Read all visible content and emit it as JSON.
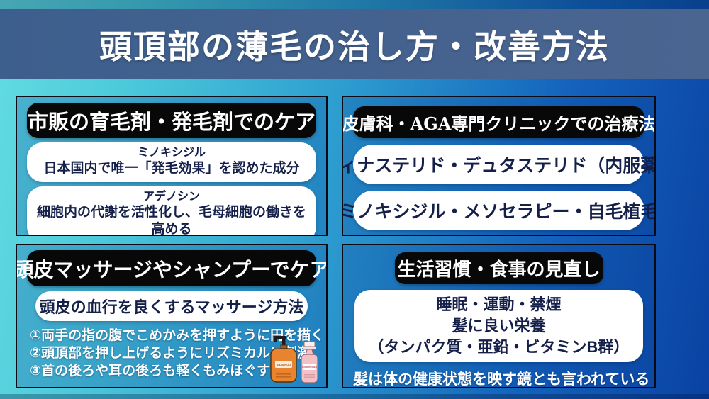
{
  "title": "頭頂部の薄毛の治し方・改善方法",
  "panels": {
    "otc": {
      "header": "市販の育毛剤・発毛剤でのケア",
      "cards": [
        {
          "name": "ミノキシジル",
          "desc": "日本国内で唯一「発毛効果」を認めた成分"
        },
        {
          "name": "アデノシン",
          "desc": "細胞内の代謝を活性化し、毛母細胞の働きを高める"
        }
      ]
    },
    "clinic": {
      "header": "皮膚科・AGA専門クリニックでの治療法",
      "cards": [
        "フィナステリド・デュタステリド（内服薬）",
        "ミノキシジル・メソセラピー・自毛植毛"
      ]
    },
    "massage": {
      "header": "頭皮マッサージやシャンプーでケア",
      "subheader": "頭皮の血行を良くするマッサージ方法",
      "steps": [
        "①両手の指の腹でこめかみを押すように円を描く",
        "②頭頂部を押し上げるようにリズミカルに刺激",
        "③首の後ろや耳の後ろも軽くもみほぐす"
      ],
      "shampoo_label": "SHAMPOO",
      "conditioner_label": "CONDITIONER"
    },
    "lifestyle": {
      "header": "生活習慣・食事の見直し",
      "lines": [
        "睡眠・運動・禁煙",
        "髪に良い栄養",
        "（タンパク質・亜鉛・ビタミンB群）"
      ],
      "note": "髪は体の健康状態を映す鏡とも言われている"
    }
  },
  "colors": {
    "bg_gradient_left": "#63dce2",
    "bg_gradient_mid": "#2e9fd0",
    "bg_gradient_right": "#0a42a2",
    "banner": "#44618e",
    "header_box": "#080808",
    "card_bg": "#ffffff",
    "card_text": "#15204a",
    "body_text": "#ffffff",
    "shampoo_bottle": "#e8832f",
    "conditioner_bottle": "#f3c0c6"
  }
}
